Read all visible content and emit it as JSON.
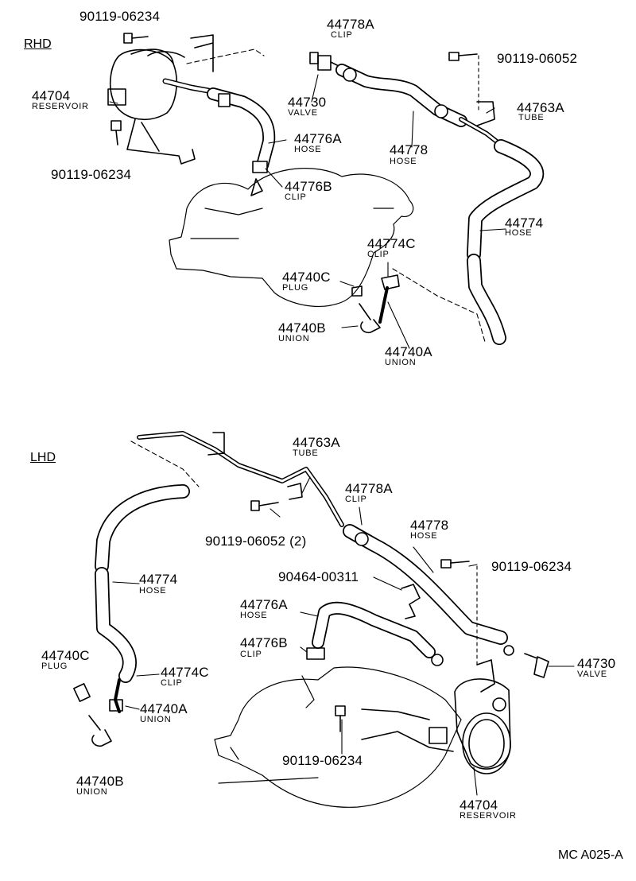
{
  "sections": {
    "rhd": "RHD",
    "lhd": "LHD"
  },
  "rhd": {
    "bolt_top": "90119-06234",
    "reservoir_pn": "44704",
    "reservoir_name": "RESERVOIR",
    "bolt_bottom": "90119-06234",
    "clip_a_pn": "44778A",
    "clip_a_name": "CLIP",
    "valve_pn": "44730",
    "valve_name": "VALVE",
    "bolt_right": "90119-06052",
    "tube_pn": "44763A",
    "tube_name": "TUBE",
    "hose_a_pn": "44776A",
    "hose_a_name": "HOSE",
    "hose_main_pn": "44778",
    "hose_main_name": "HOSE",
    "clip_b_pn": "44776B",
    "clip_b_name": "CLIP",
    "hose_74_pn": "44774",
    "hose_74_name": "HOSE",
    "clip_c_pn": "44774C",
    "clip_c_name": "CLIP",
    "plug_pn": "44740C",
    "plug_name": "PLUG",
    "union_b_pn": "44740B",
    "union_b_name": "UNION",
    "union_a_pn": "44740A",
    "union_a_name": "UNION"
  },
  "lhd": {
    "tube_pn": "44763A",
    "tube_name": "TUBE",
    "clip_a_pn": "44778A",
    "clip_a_name": "CLIP",
    "bolt_tube": "90119-06052 (2)",
    "hose_main_pn": "44778",
    "hose_main_name": "HOSE",
    "bolt_right": "90119-06234",
    "hose_74_pn": "44774",
    "hose_74_name": "HOSE",
    "clamp_pn": "90464-00311",
    "hose_a_pn": "44776A",
    "hose_a_name": "HOSE",
    "clip_b_pn": "44776B",
    "clip_b_name": "CLIP",
    "valve_pn": "44730",
    "valve_name": "VALVE",
    "plug_pn": "44740C",
    "plug_name": "PLUG",
    "clip_c_pn": "44774C",
    "clip_c_name": "CLIP",
    "union_a_pn": "44740A",
    "union_a_name": "UNION",
    "bolt_bottom": "90119-06234",
    "union_b_pn": "44740B",
    "union_b_name": "UNION",
    "reservoir_pn": "44704",
    "reservoir_name": "RESERVOIR"
  },
  "footer": {
    "code": "MC A025-A"
  }
}
